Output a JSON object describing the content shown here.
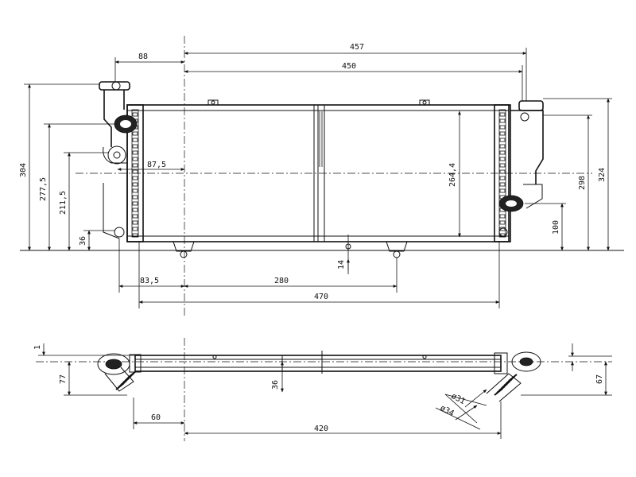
{
  "dimensions": {
    "d457": "457",
    "d450": "450",
    "d88": "88",
    "d304": "304",
    "d277_5": "277,5",
    "d211_5": "211,5",
    "d36_left": "36",
    "d87_5": "87,5",
    "d264_4": "264,4",
    "d298": "298",
    "d324": "324",
    "d100": "100",
    "d14": "14",
    "d83_5": "83,5",
    "d280": "280",
    "d470": "470",
    "d1": "1",
    "d77": "77",
    "d36_bottom": "36",
    "d60": "60",
    "d420": "420",
    "d67": "67",
    "d31": "ø31",
    "d34": "ø34"
  },
  "icons": {
    "arrow": "arrowhead-icon",
    "cap": "filler-cap-icon",
    "hose": "hose-pipe-icon"
  }
}
